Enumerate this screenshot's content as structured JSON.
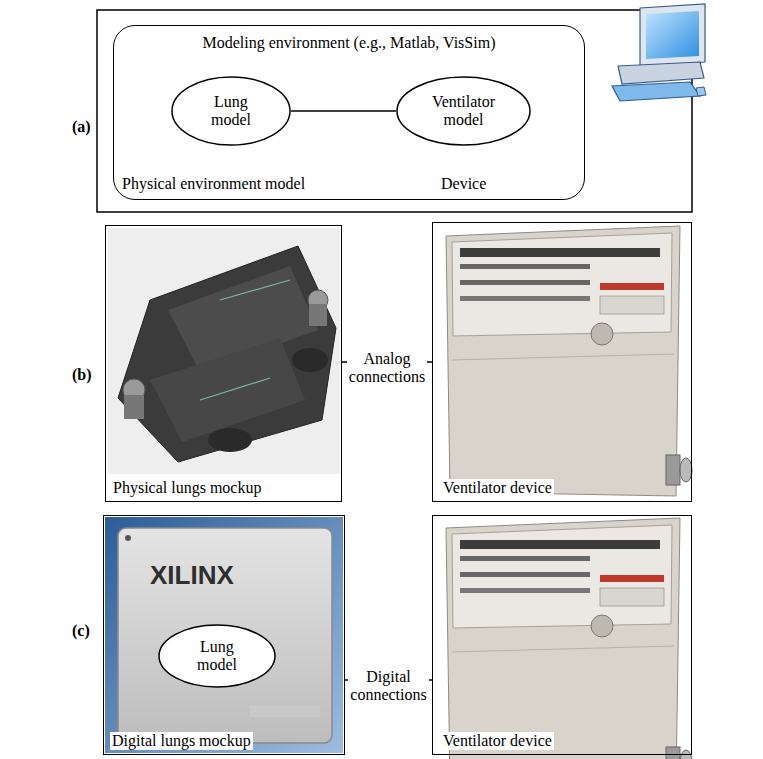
{
  "diagram": {
    "nodes": [
      {
        "text": [
          "Modeling environment (e.g., Matlab, VisSim)",
          "Physical environment model",
          "Device"
        ]
      },
      {
        "text": [
          "Lung model"
        ],
        "in": 0
      },
      {
        "text": [
          "Ventilator model"
        ],
        "in": 0
      },
      {
        "text": [
          "Physical lungs mockup"
        ]
      },
      {
        "text": [
          "Ventilator device"
        ]
      },
      {
        "text": [
          "Digital lungs mockup"
        ]
      },
      {
        "text": [
          "Lung model"
        ],
        "in": 5
      },
      {
        "text": [
          "Ventilator device"
        ]
      }
    ],
    "edges": [
      {
        "from": 1,
        "to": 2,
        "arrow": "none"
      },
      {
        "from": 3,
        "to": 4,
        "label": "Analog connections",
        "arrow": "none"
      },
      {
        "from": 5,
        "to": 7,
        "label": "Digital connections",
        "arrow": "none"
      }
    ],
    "labels": [
      "(a)",
      "(b)",
      "(c)",
      "XILINX"
    ]
  }
}
